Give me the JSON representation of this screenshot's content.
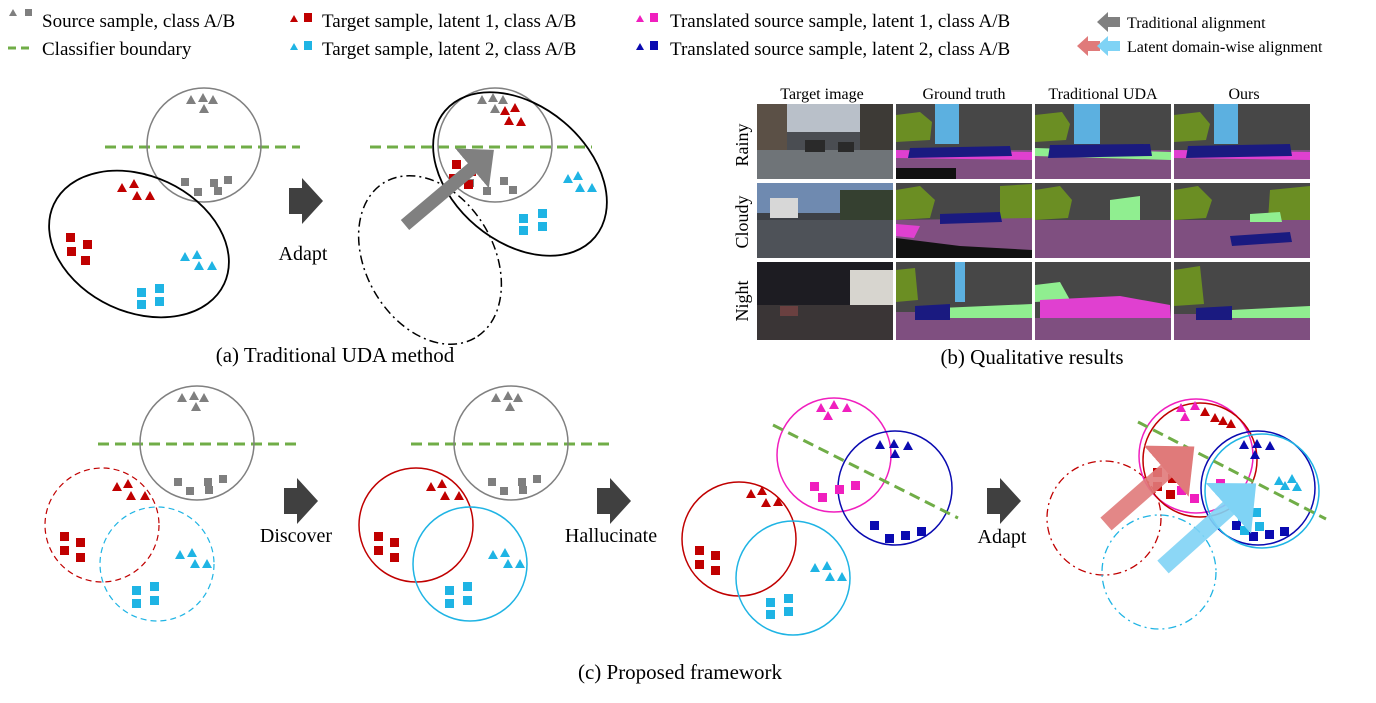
{
  "legend": {
    "source": "Source sample, class A/B",
    "boundary": "Classifier boundary",
    "target_l1": "Target sample,  latent 1, class A/B",
    "target_l2": "Target sample,  latent 2, class A/B",
    "translated_l1": "Translated source sample, latent 1, class A/B",
    "translated_l2": "Translated source sample, latent 2, class A/B",
    "traditional": "Traditional alignment",
    "latent": "Latent domain-wise alignment"
  },
  "panel_a": {
    "caption": "(a) Traditional UDA method",
    "step": "Adapt"
  },
  "panel_b": {
    "caption": "(b) Qualitative results",
    "columns": [
      "Target image",
      "Ground truth",
      "Traditional UDA",
      "Ours"
    ],
    "rows": [
      "Rainy",
      "Cloudy",
      "Night"
    ]
  },
  "panel_c": {
    "caption": "(c) Proposed framework",
    "steps": [
      "Discover",
      "Hallucinate",
      "Adapt"
    ]
  },
  "colors": {
    "gray": "#7f7f7f",
    "boundary": "#70ad47",
    "red": "#c00000",
    "cyan": "#1fb4e4",
    "magenta": "#f01fbe",
    "navy": "#0a0ab0",
    "arrow_gray": "#808080",
    "arrow_red": "#e07a7a",
    "arrow_cyan": "#7fd3f5",
    "step_arrow": "#404040"
  }
}
